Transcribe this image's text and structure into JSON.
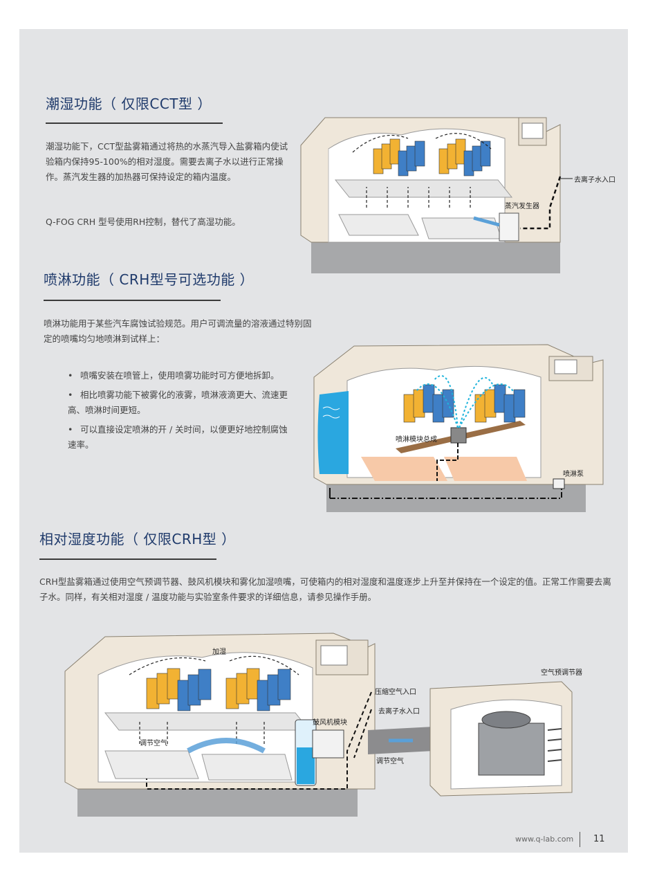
{
  "section1": {
    "title": "潮湿功能（ 仅限CCT型 ）",
    "paragraph1": "潮湿功能下，CCT型盐雾箱通过将热的水蒸汽导入盐雾箱内使试验箱内保持95-100%的相对湿度。需要去离子水以进行正常操作。蒸汽发生器的加热器可保持设定的箱内温度。",
    "paragraph2": "Q-FOG CRH 型号使用RH控制，替代了高湿功能。",
    "figure_labels": {
      "water_inlet": "去离子水入口",
      "steam_generator": "蒸汽发生器"
    }
  },
  "section2": {
    "title": "喷淋功能（ CRH型号可选功能 ）",
    "paragraph": "喷淋功能用于某些汽车腐蚀试验规范。用户可调流量的溶液通过特别固定的喷嘴均匀地喷淋到试样上：",
    "bullets": [
      "喷嘴安装在喷管上，使用喷雾功能时可方便地拆卸。",
      "相比喷雾功能下被雾化的液雾，喷淋液滴更大、流速更高、喷淋时间更短。",
      "可以直接设定喷淋的开 / 关时间，以便更好地控制腐蚀速率。"
    ],
    "figure_labels": {
      "spray_module": "喷淋模块总成",
      "pump": "喷淋泵"
    }
  },
  "section3": {
    "title": "相对湿度功能（ 仅限CRH型 ）",
    "paragraph": "CRH型盐雾箱通过使用空气预调节器、鼓风机模块和雾化加湿喷嘴，可使箱内的相对湿度和温度逐步上升至并保持在一个设定的值。正常工作需要去离子水。同样，有关相对湿度 / 温度功能与实验室条件要求的详细信息，请参见操作手册。",
    "figure_labels": {
      "humidify": "加湿",
      "conditioned_air_left": "调节空气",
      "blower_module": "鼓风机模块",
      "compressed_air_inlet": "压缩空气入口",
      "water_inlet": "去离子水入口",
      "conditioned_air_right": "调节空气",
      "preconditioner": "空气预调节器"
    }
  },
  "footer": {
    "url": "www.q-lab.com",
    "page": "11"
  },
  "colors": {
    "heading": "#1f3a6b",
    "panel_yellow": "#f2b233",
    "panel_blue": "#3f7fc6",
    "water": "#2aa7e0",
    "background": "#e3e4e6"
  }
}
